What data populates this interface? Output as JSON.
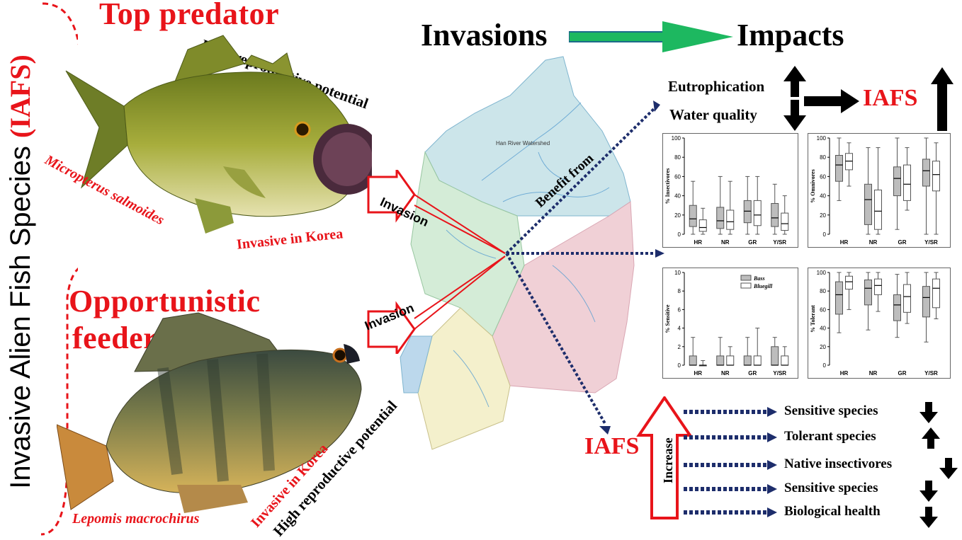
{
  "side_title": {
    "text": "Invasive Alien Fish Species ",
    "abbr": "(IAFS)"
  },
  "top_predator": {
    "heading": "Top predator",
    "trait": "High reproductive potential",
    "species": "Micropterus salmoides",
    "status": "Invasive in Korea"
  },
  "opportunistic": {
    "heading_line1": "Opportunistic",
    "heading_line2": "feeder",
    "trait": "High reproductive potential",
    "species": "Lepomis macrochirus",
    "status": "Invasive in Korea"
  },
  "flow": {
    "left": "Invasions",
    "right": "Impacts"
  },
  "invasion_label": "Invasion",
  "benefit_label": "Benefit from",
  "map_label": "Han River Watershed",
  "top_impacts": {
    "item1": "Eutrophication",
    "item2": "Water quality",
    "result": "IAFS"
  },
  "bottom_impacts": {
    "source": "IAFS",
    "increase": "Increase",
    "outcomes": [
      {
        "label": "Sensitive species",
        "direction": "down"
      },
      {
        "label": "Tolerant species",
        "direction": "up"
      },
      {
        "label": "Native insectivores",
        "direction": "down"
      },
      {
        "label": "Sensitive species",
        "direction": "down"
      },
      {
        "label": "Biological health",
        "direction": "down"
      }
    ]
  },
  "colors": {
    "accent_red": "#e8141a",
    "arrow_navy": "#1d2d6b",
    "green_arrow": "#1db860",
    "bass_fill": "#bdbdbd",
    "bluegill_fill": "#ffffff"
  },
  "chart_data": [
    {
      "type": "box",
      "ylabel": "% Insectivores",
      "ylim": [
        0,
        100
      ],
      "yticks": [
        0,
        20,
        40,
        60,
        80,
        100
      ],
      "categories": [
        "HR",
        "NR",
        "GR",
        "Y/SR"
      ],
      "series": [
        {
          "name": "Bass",
          "boxes": [
            [
              0,
              8,
              16,
              30,
              55
            ],
            [
              0,
              6,
              14,
              28,
              60
            ],
            [
              0,
              12,
              24,
              35,
              60
            ],
            [
              0,
              8,
              17,
              32,
              52
            ]
          ]
        },
        {
          "name": "Bluegill",
          "boxes": [
            [
              0,
              3,
              7,
              15,
              27
            ],
            [
              0,
              5,
              13,
              25,
              55
            ],
            [
              0,
              9,
              20,
              35,
              60
            ],
            [
              0,
              4,
              11,
              22,
              40
            ]
          ]
        }
      ]
    },
    {
      "type": "box",
      "ylabel": "% Omnivores",
      "ylim": [
        0,
        100
      ],
      "yticks": [
        0,
        20,
        40,
        60,
        80,
        100
      ],
      "categories": [
        "HR",
        "NR",
        "GR",
        "Y/SR"
      ],
      "series": [
        {
          "name": "Bass",
          "boxes": [
            [
              35,
              55,
              72,
              82,
              100
            ],
            [
              0,
              10,
              36,
              52,
              90
            ],
            [
              5,
              40,
              58,
              70,
              100
            ],
            [
              0,
              50,
              66,
              78,
              100
            ]
          ]
        },
        {
          "name": "Bluegill",
          "boxes": [
            [
              50,
              67,
              76,
              84,
              95
            ],
            [
              0,
              5,
              24,
              46,
              90
            ],
            [
              25,
              35,
              52,
              72,
              90
            ],
            [
              0,
              45,
              62,
              76,
              95
            ]
          ]
        }
      ]
    },
    {
      "type": "box",
      "ylabel": "% Sensitive",
      "ylim": [
        0,
        10
      ],
      "yticks": [
        0,
        2,
        4,
        6,
        8,
        10
      ],
      "categories": [
        "HR",
        "NR",
        "GR",
        "Y/SR"
      ],
      "legend": [
        "Bass",
        "Bluegill"
      ],
      "series": [
        {
          "name": "Bass",
          "boxes": [
            [
              0,
              0,
              0,
              1,
              3
            ],
            [
              0,
              0,
              0,
              1,
              3
            ],
            [
              0,
              0,
              0,
              1,
              3
            ],
            [
              0,
              0,
              0,
              2,
              3
            ]
          ]
        },
        {
          "name": "Bluegill",
          "boxes": [
            [
              0,
              0,
              0,
              0,
              0.5
            ],
            [
              0,
              0,
              0,
              1,
              2
            ],
            [
              0,
              0,
              0,
              1,
              4
            ],
            [
              0,
              0,
              0,
              1,
              2
            ]
          ]
        }
      ]
    },
    {
      "type": "box",
      "ylabel": "% Tolerant",
      "ylim": [
        0,
        100
      ],
      "yticks": [
        0,
        20,
        40,
        60,
        80,
        100
      ],
      "categories": [
        "HR",
        "NR",
        "GR",
        "Y/SR"
      ],
      "series": [
        {
          "name": "Bass",
          "boxes": [
            [
              35,
              55,
              76,
              90,
              100
            ],
            [
              38,
              65,
              83,
              92,
              100
            ],
            [
              30,
              48,
              65,
              76,
              98
            ],
            [
              25,
              52,
              73,
              85,
              100
            ]
          ]
        },
        {
          "name": "Bluegill",
          "boxes": [
            [
              60,
              82,
              90,
              96,
              100
            ],
            [
              58,
              76,
              86,
              93,
              100
            ],
            [
              45,
              57,
              74,
              87,
              100
            ],
            [
              50,
              62,
              83,
              93,
              100
            ]
          ]
        }
      ]
    }
  ]
}
